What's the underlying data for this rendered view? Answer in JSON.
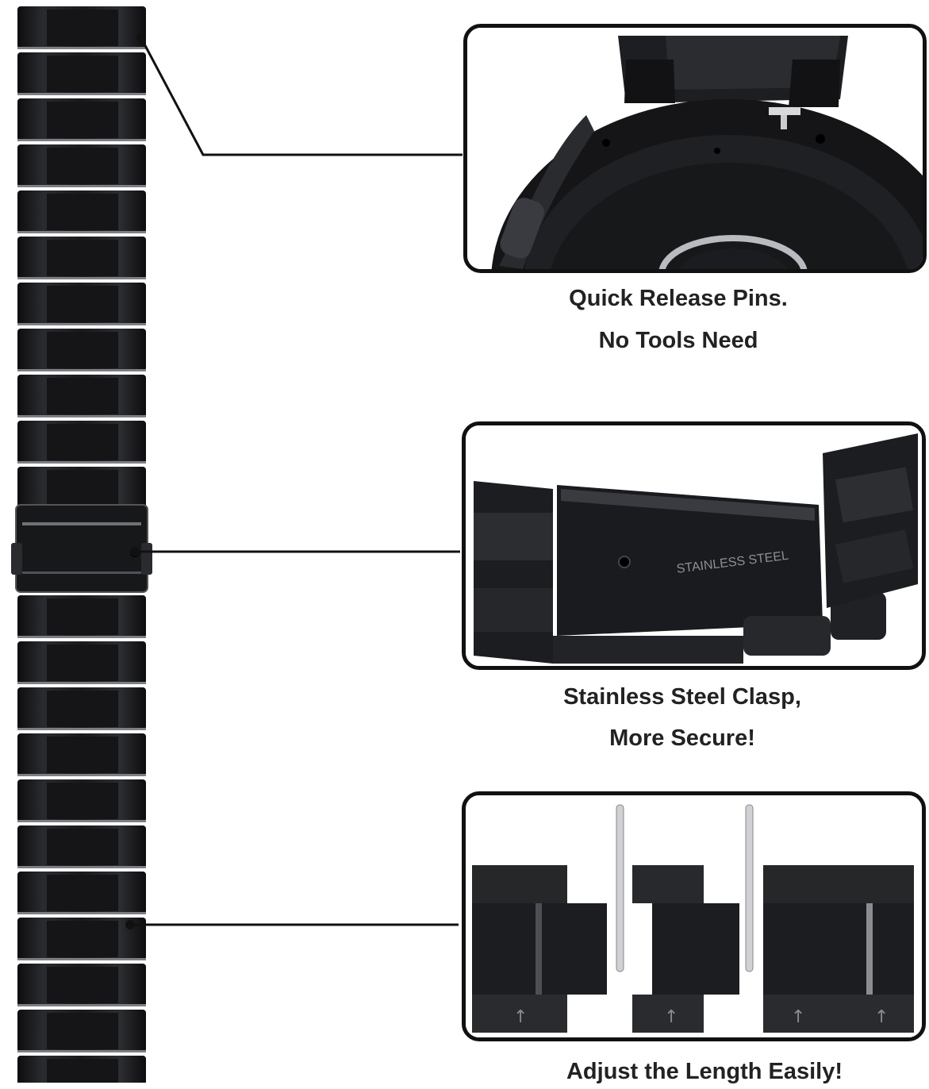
{
  "captions": {
    "pins_line1": "Quick Release Pins.",
    "pins_line2": "No Tools Need",
    "clasp_line1": "Stainless Steel Clasp,",
    "clasp_line2": "More Secure!",
    "adjust_line1": "Adjust the Length Easily!"
  },
  "clasp_engraving": "STAINLESS STEEL",
  "colors": {
    "steel_black": "#1b1b1d",
    "steel_mid": "#2e2f33",
    "steel_highlight": "#8a8c92",
    "panel_border": "#111111",
    "caption_text": "#222222"
  }
}
